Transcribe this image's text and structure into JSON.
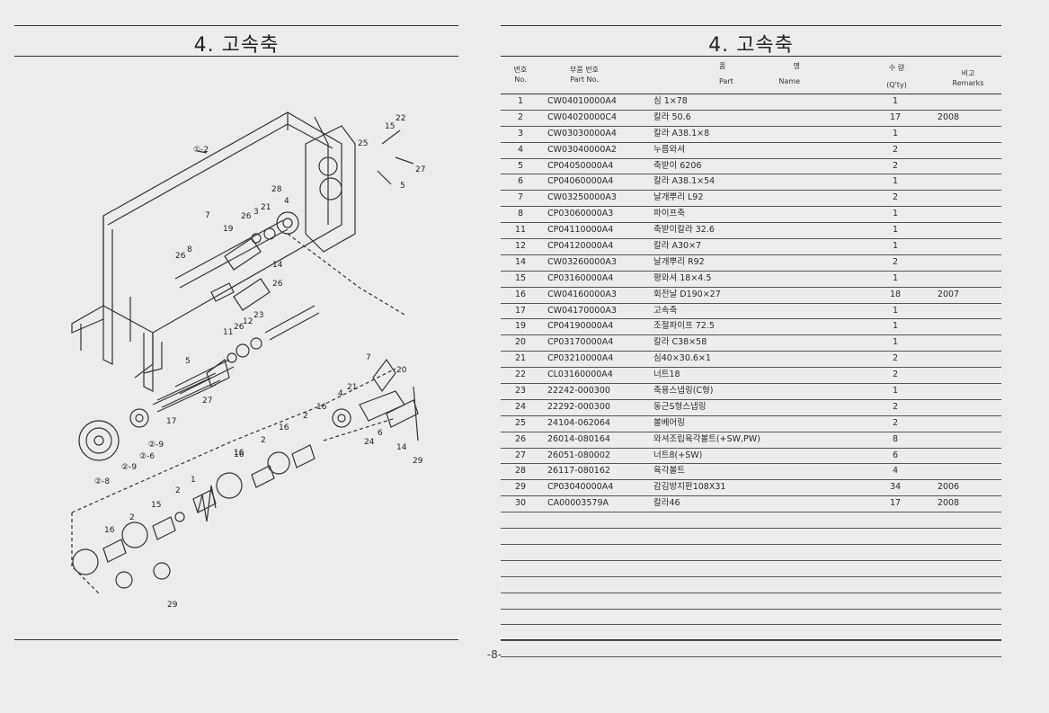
{
  "left": {
    "title": "4. 고속축",
    "callouts": [
      "①-2",
      "15",
      "22",
      "25",
      "27",
      "5",
      "28",
      "4",
      "21",
      "3",
      "26",
      "19",
      "7",
      "8",
      "26",
      "14",
      "26",
      "23",
      "12",
      "26",
      "11",
      "5",
      "27",
      "20",
      "7",
      "17",
      "②-9",
      "②-6",
      "②-9",
      "②-8",
      "16",
      "2",
      "16",
      "16",
      "2",
      "4",
      "21",
      "6",
      "24",
      "14",
      "29",
      "16",
      "2",
      "1",
      "16",
      "2",
      "15",
      "29"
    ]
  },
  "right": {
    "title": "4. 고속축",
    "headers": {
      "no_ko": "번호",
      "no_en": "No.",
      "part_ko": "부품 번호",
      "part_en": "Part No.",
      "name_ko_1": "품",
      "name_ko_2": "명",
      "name_en_1": "Part",
      "name_en_2": "Name",
      "qty_ko": "수 량",
      "qty_en": "(Q'ty)",
      "remarks_ko": "비고",
      "remarks_en": "Remarks"
    },
    "rows": [
      {
        "no": "1",
        "part": "CW04010000A4",
        "name": "심 1×78",
        "qty": "1",
        "remarks": ""
      },
      {
        "no": "2",
        "part": "CW04020000C4",
        "name": "칼라 50.6",
        "qty": "17",
        "remarks": "2008"
      },
      {
        "no": "3",
        "part": "CW03030000A4",
        "name": "칼라 A38.1×8",
        "qty": "1",
        "remarks": ""
      },
      {
        "no": "4",
        "part": "CW03040000A2",
        "name": "누름와셔",
        "qty": "2",
        "remarks": ""
      },
      {
        "no": "5",
        "part": "CP04050000A4",
        "name": "축받이 6206",
        "qty": "2",
        "remarks": ""
      },
      {
        "no": "6",
        "part": "CP04060000A4",
        "name": "칼라 A38.1×54",
        "qty": "1",
        "remarks": ""
      },
      {
        "no": "7",
        "part": "CW03250000A3",
        "name": "날개뿌리 L92",
        "qty": "2",
        "remarks": ""
      },
      {
        "no": "8",
        "part": "CP03060000A3",
        "name": "파이프축",
        "qty": "1",
        "remarks": ""
      },
      {
        "no": "11",
        "part": "CP04110000A4",
        "name": "축받이칼라 32.6",
        "qty": "1",
        "remarks": ""
      },
      {
        "no": "12",
        "part": "CP04120000A4",
        "name": "칼라 A30×7",
        "qty": "1",
        "remarks": ""
      },
      {
        "no": "14",
        "part": "CW03260000A3",
        "name": "날개뿌리 R92",
        "qty": "2",
        "remarks": ""
      },
      {
        "no": "15",
        "part": "CP03160000A4",
        "name": "평와셔 18×4.5",
        "qty": "1",
        "remarks": ""
      },
      {
        "no": "16",
        "part": "CW04160000A3",
        "name": "회전날 D190×27",
        "qty": "18",
        "remarks": "2007"
      },
      {
        "no": "17",
        "part": "CW04170000A3",
        "name": "고속축",
        "qty": "1",
        "remarks": ""
      },
      {
        "no": "19",
        "part": "CP04190000A4",
        "name": "조절파이프 72.5",
        "qty": "1",
        "remarks": ""
      },
      {
        "no": "20",
        "part": "CP03170000A4",
        "name": "칼라 C38×58",
        "qty": "1",
        "remarks": ""
      },
      {
        "no": "21",
        "part": "CP03210000A4",
        "name": "심40×30.6×1",
        "qty": "2",
        "remarks": ""
      },
      {
        "no": "22",
        "part": "CL03160000A4",
        "name": "너트18",
        "qty": "2",
        "remarks": ""
      },
      {
        "no": "23",
        "part": "22242-000300",
        "name": "축용스냅링(C형)",
        "qty": "1",
        "remarks": ""
      },
      {
        "no": "24",
        "part": "22292-000300",
        "name": "둥근S형스냅링",
        "qty": "2",
        "remarks": ""
      },
      {
        "no": "25",
        "part": "24104-062064",
        "name": "볼베어링",
        "qty": "2",
        "remarks": ""
      },
      {
        "no": "26",
        "part": "26014-080164",
        "name": "와셔조립육각볼트(+SW,PW)",
        "qty": "8",
        "remarks": ""
      },
      {
        "no": "27",
        "part": "26051-080002",
        "name": "너트8(+SW)",
        "qty": "6",
        "remarks": ""
      },
      {
        "no": "28",
        "part": "26117-080162",
        "name": "육각볼트",
        "qty": "4",
        "remarks": ""
      },
      {
        "no": "29",
        "part": "CP03040000A4",
        "name": "감김방지판108X31",
        "qty": "34",
        "remarks": "2006"
      },
      {
        "no": "30",
        "part": "CA00003579A",
        "name": "칼라46",
        "qty": "17",
        "remarks": "2008"
      }
    ]
  },
  "footer": {
    "page": "-8-"
  }
}
